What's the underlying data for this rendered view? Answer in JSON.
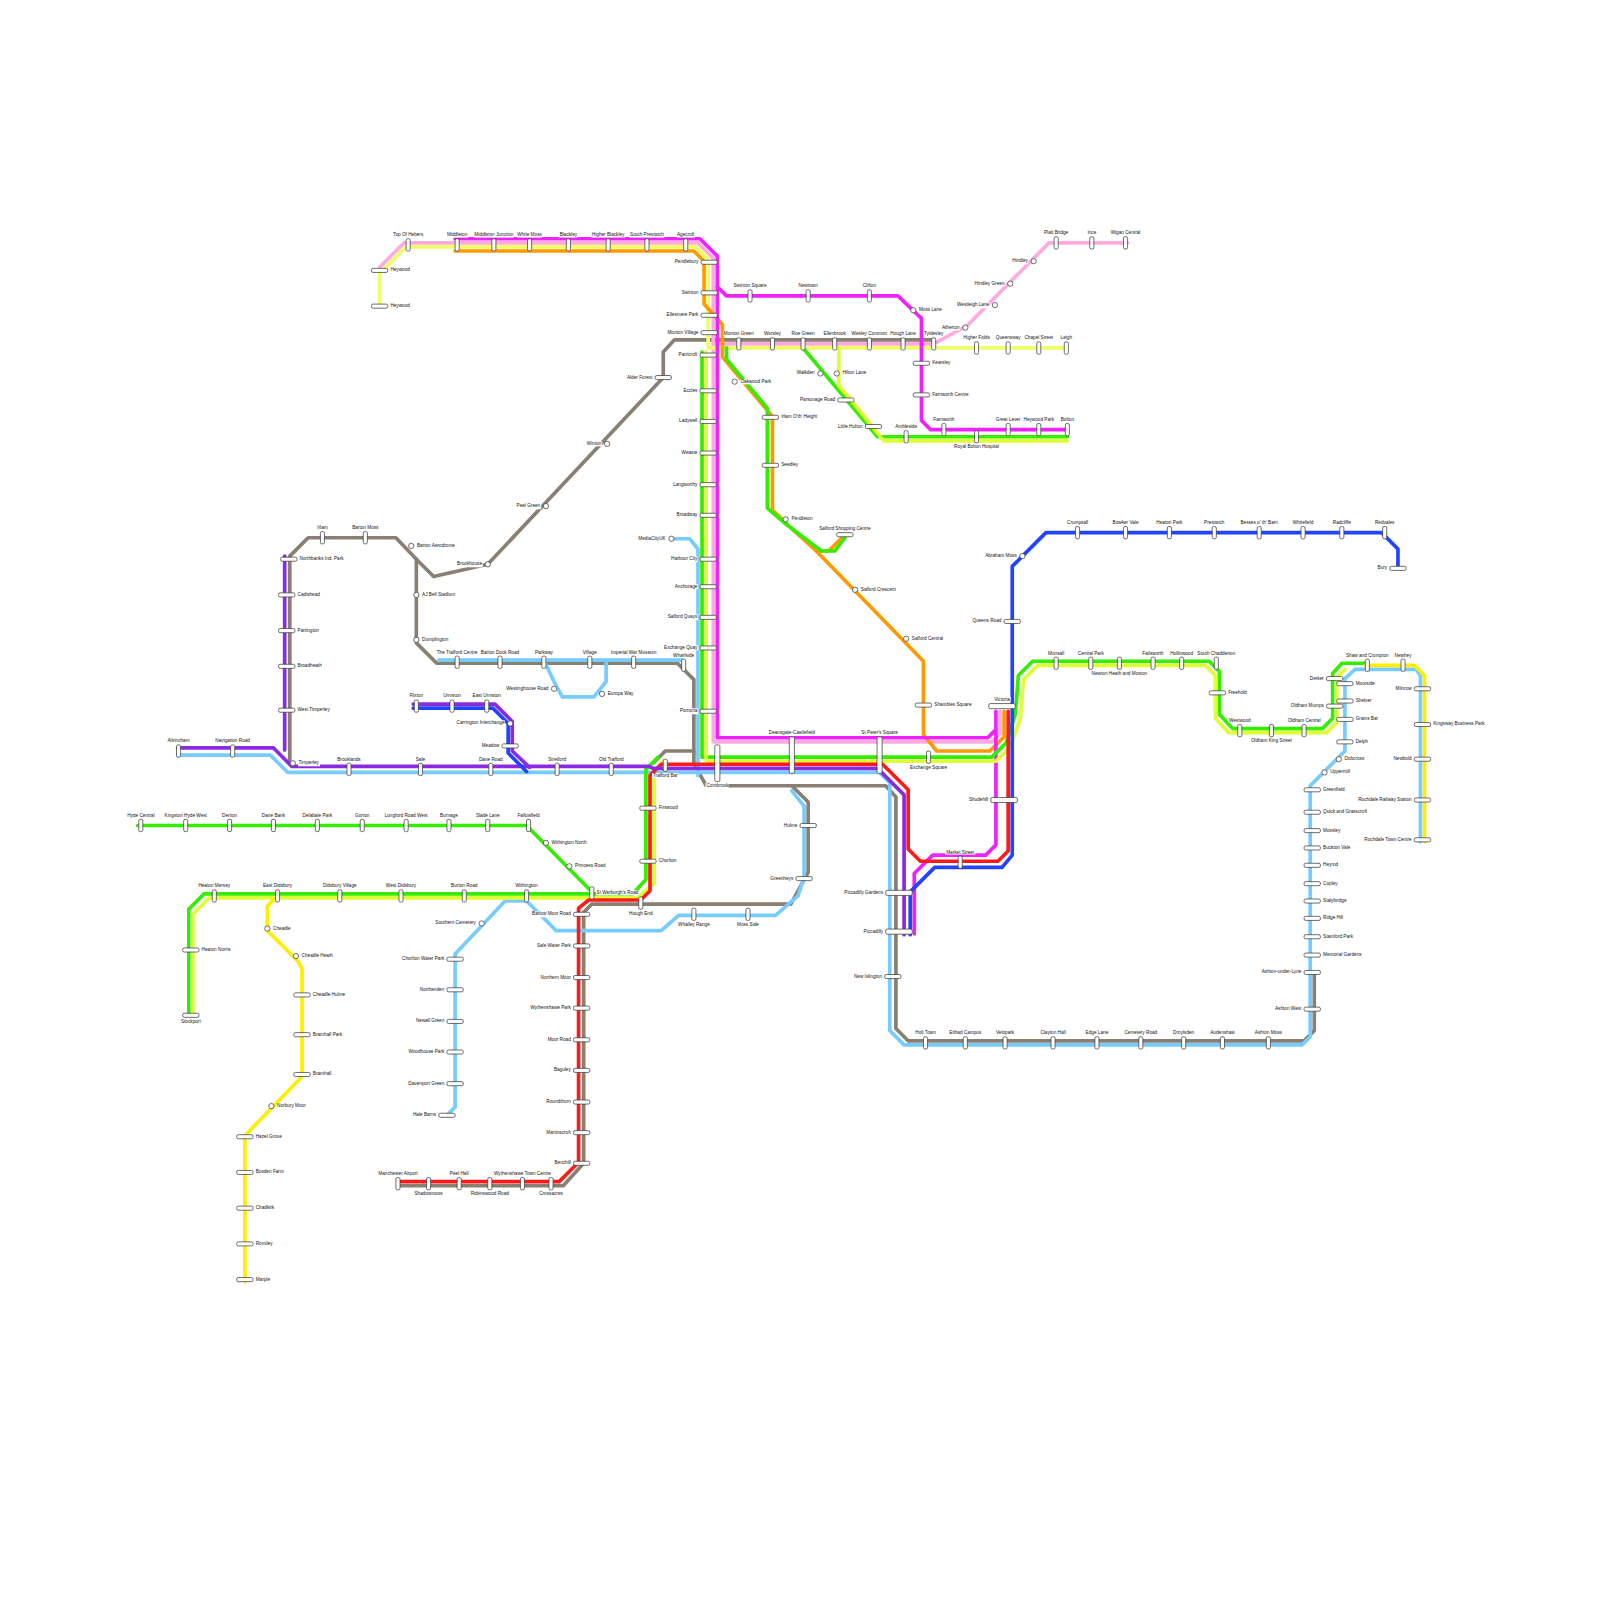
{
  "diagram": {
    "labels": [
      "Top Of Hebers",
      "Middleton",
      "Middleton Junction",
      "White Moss",
      "Blackley",
      "Higher Blackley",
      "South Prestwich",
      "Agecroft",
      "Heywood",
      "Heywood",
      "Pendlebury",
      "Swinton",
      "Ellesmere Park",
      "Monton Village",
      "Patricroft",
      "Eccles",
      "Ladywell",
      "Weaste",
      "Langworthy",
      "Broadway",
      "MediaCityUK",
      "Harbour City",
      "Anchorage",
      "Salford Quays",
      "Exchange Quay",
      "Wharfside",
      "Pomona",
      "Trafford Bar",
      "Cornbrook",
      "Swinton Square",
      "Newtown",
      "Clifton",
      "Moss Lane",
      "Kearsley",
      "Farnworth Centre",
      "Farnworth",
      "Great Lever",
      "Heywood Park",
      "Bolton",
      "Monton Green",
      "Worsley",
      "Roe Green",
      "Ellenbrook",
      "Wesley Common",
      "Hough Lane",
      "Tyldesley",
      "Higher Folds",
      "Queensway",
      "Chapel Street",
      "Leigh",
      "Atherton",
      "Westleigh Lane",
      "Hindley Green",
      "Hindley",
      "Platt Bridge",
      "Ince",
      "Wigan Central",
      "Walkden",
      "Hilton Lane",
      "Parsonage Road",
      "Little Hulton",
      "Ambleside",
      "Royal Bolton Hospital",
      "Oakwood Park",
      "Irlam O'th' Height",
      "Seedley",
      "Pendleton",
      "Salford Shopping Centre",
      "Salford Crescent",
      "Salford Central",
      "Shambles Square",
      "Exchange Square",
      "Alder Forest",
      "Winton",
      "Peel Green",
      "Brookhouse",
      "Barton Aerodrome",
      "Irlam",
      "Barton Moss",
      "Northbanks Ind. Park",
      "Cadishead",
      "Partington",
      "Broadheath",
      "West Timperley",
      "Timperley",
      "AJ Bell Stadium",
      "Dumplington",
      "The Trafford Centre",
      "Barton Dock Road",
      "Parkway",
      "Village",
      "Imperial War Museum",
      "Westinghouse Road",
      "Europa Way",
      "Altrincham",
      "Navigation Road",
      "Brooklands",
      "Sale",
      "Dane Road",
      "Stretford",
      "Old Trafford",
      "Flixton",
      "Urmston",
      "East Urmston",
      "Carrington Interchange",
      "Meadow",
      "Firswood",
      "Chorlton",
      "St Werburgh's Road",
      "Hyde Central",
      "Kingston Hyde West",
      "Denton",
      "Dane Bank",
      "Delabale Park",
      "Gorton",
      "Longford Road West",
      "Burnage",
      "Slade Lane",
      "Fallowfield",
      "Withington North",
      "Princess Road",
      "Heaton Mersey",
      "East Didsbury",
      "Didsbury Village",
      "West Didsbury",
      "Burton Road",
      "Withington",
      "Heaton Norris",
      "Stockport",
      "Cheadle",
      "Cheadle Heath",
      "Cheadle Hulme",
      "Bramhall Park",
      "Bramhall",
      "Norbury Moor",
      "Hazel Grove",
      "Bosden Farm",
      "Chadkirk",
      "Romiley",
      "Marple",
      "Southern Cemetery",
      "Chorlton Water Park",
      "Northenden",
      "Newall Green",
      "Woodhouse Park",
      "Davenport Green",
      "Hale Barns",
      "Barlow Moor Road",
      "Sale Water Park",
      "Northern Moor",
      "Wythenshawe Park",
      "Moor Road",
      "Baguley",
      "Roundthorn",
      "Martinscroft",
      "Benchill",
      "Crossacres",
      "Wythenshawe Town Centre",
      "Robinswood Road",
      "Peel Hall",
      "Shadowmoss",
      "Manchester Airport",
      "Hough End",
      "Whalley Range",
      "Moss Side",
      "Greenheys",
      "Hulme",
      "Deansgate-Castlefield",
      "St Peter's Square",
      "Victoria",
      "Shudehill",
      "Market Street",
      "Piccadilly Gardens",
      "Piccadilly",
      "New Islington",
      "Holt Town",
      "Etihad Campus",
      "Velopark",
      "Clayton Hall",
      "Edge Lane",
      "Cemetery Road",
      "Droylsden",
      "Audenshaw",
      "Ashton Moss",
      "Ashton West",
      "Ashton-under-Lyne",
      "Memorial Gardens",
      "Stamford Park",
      "Ridge Hill",
      "Stalybridge",
      "Copley",
      "Heyrod",
      "Buckton Vale",
      "Mossley",
      "Quick and Grasscroft",
      "Greenfield",
      "Uppermill",
      "Dobcross",
      "Delph",
      "Grains Bar",
      "Shelver",
      "Moorside",
      "Shaw and Crompton",
      "Newhey",
      "Milnrow",
      "Kingsway Business Park",
      "Newbold",
      "Rochdale Railway Station",
      "Rochdale Town Centre",
      "Derker",
      "Oldham Mumps",
      "Oldham Central",
      "Oldham King Street",
      "Westwood",
      "Freehold",
      "South Chadderton",
      "Hollinwood",
      "Failsworth",
      "Newton Heath and Moston",
      "Central Park",
      "Monsall",
      "Abraham Moss",
      "Queens Road",
      "Crumpsall",
      "Bowker Vale",
      "Heaton Park",
      "Prestwich",
      "Besses o' th' Barn",
      "Whitefield",
      "Radcliffe",
      "Redvales",
      "Bury"
    ]
  }
}
